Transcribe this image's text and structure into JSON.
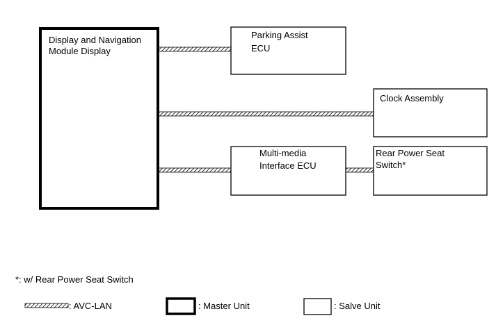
{
  "units": {
    "master": {
      "label_line1": "Display and Navigation",
      "label_line2": "Module Display"
    },
    "parking": {
      "label_line1": "Parking Assist",
      "label_line2": "ECU"
    },
    "clock": {
      "label_line1": "Clock Assembly"
    },
    "multimedia": {
      "label_line1": "Multi-media",
      "label_line2": "Interface ECU"
    },
    "rear_seat": {
      "label_line1": "Rear Power Seat",
      "label_line2": "Switch*"
    }
  },
  "footnote": "*: w/ Rear Power Seat Switch",
  "legend": {
    "avc_lan": ": AVC-LAN",
    "master_unit": ": Master Unit",
    "slave_unit": ": Salve Unit"
  },
  "colors": {
    "line": "#000000",
    "hatch_bg": "#ffffff"
  }
}
